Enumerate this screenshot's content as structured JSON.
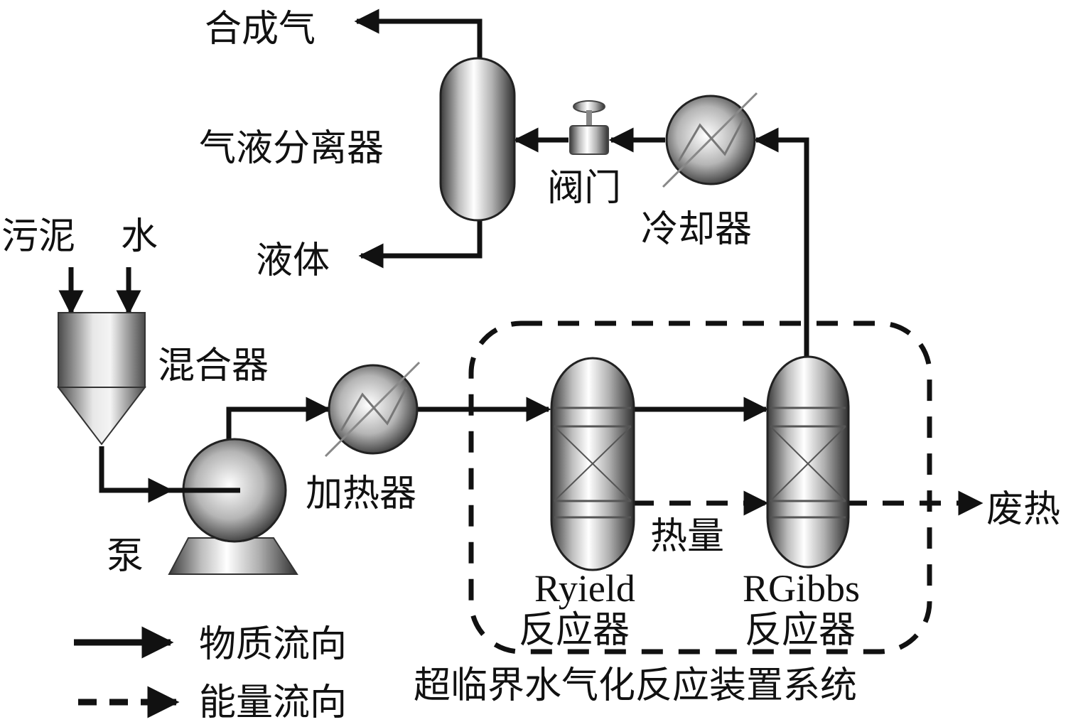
{
  "diagram": {
    "title": "超临界水气化反应装置系统",
    "colors": {
      "line": "#111111",
      "equipment_dark": "#3a3a3a",
      "equipment_light": "#f4f4f4",
      "background": "#ffffff"
    },
    "inputs": {
      "sludge": "污泥",
      "water": "水"
    },
    "equipment": {
      "mixer": "混合器",
      "pump": "泵",
      "heater": "加热器",
      "ryield_name": "Ryield",
      "ryield_suffix": "反应器",
      "rgibbs_name": "RGibbs",
      "rgibbs_suffix": "反应器",
      "cooler": "冷却器",
      "valve": "阀门",
      "separator": "气液分离器"
    },
    "outputs": {
      "syngas": "合成气",
      "liquid": "液体",
      "waste_heat": "废热"
    },
    "stream_labels": {
      "heat": "热量"
    },
    "legend": {
      "material_flow": "物质流向",
      "energy_flow": "能量流向"
    }
  }
}
